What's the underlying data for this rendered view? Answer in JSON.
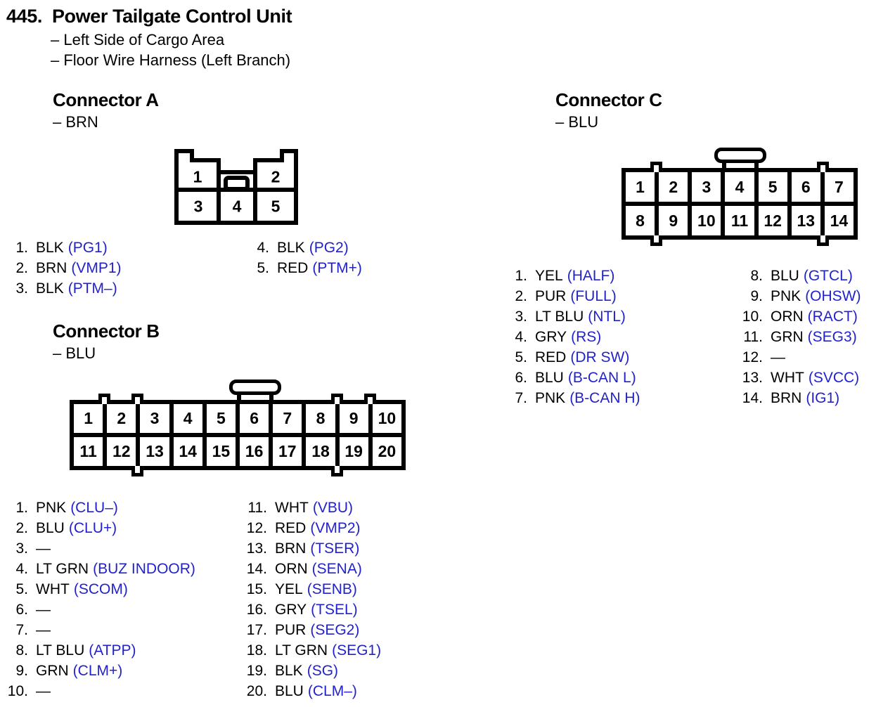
{
  "page": {
    "number": "445.",
    "title": "Power Tailgate Control Unit",
    "location_lines": [
      "– Left Side of Cargo Area",
      "– Floor Wire Harness (Left Branch)"
    ]
  },
  "colors": {
    "ink": "#000000",
    "signal_blue": "#2222CC",
    "paper": "#FFFFFF"
  },
  "connectors": {
    "a": {
      "heading": "Connector A",
      "color_note": "– BRN",
      "cells": [
        "1",
        "2",
        "3",
        "4",
        "5"
      ],
      "pins_left": [
        {
          "num": "1.",
          "wire": "BLK",
          "signal": "(PG1)"
        },
        {
          "num": "2.",
          "wire": "BRN",
          "signal": "(VMP1)"
        },
        {
          "num": "3.",
          "wire": "BLK",
          "signal": "(PTM–)"
        }
      ],
      "pins_right": [
        {
          "num": "4.",
          "wire": "BLK",
          "signal": "(PG2)"
        },
        {
          "num": "5.",
          "wire": "RED",
          "signal": "(PTM+)"
        }
      ]
    },
    "b": {
      "heading": "Connector B",
      "color_note": "– BLU",
      "cells_top": [
        "1",
        "2",
        "3",
        "4",
        "5",
        "6",
        "7",
        "8",
        "9",
        "10"
      ],
      "cells_bottom": [
        "11",
        "12",
        "13",
        "14",
        "15",
        "16",
        "17",
        "18",
        "19",
        "20"
      ],
      "pins_left": [
        {
          "num": "1.",
          "wire": "PNK",
          "signal": "(CLU–)"
        },
        {
          "num": "2.",
          "wire": "BLU",
          "signal": "(CLU+)"
        },
        {
          "num": "3.",
          "wire": "—",
          "signal": ""
        },
        {
          "num": "4.",
          "wire": "LT GRN",
          "signal": "(BUZ INDOOR)"
        },
        {
          "num": "5.",
          "wire": "WHT",
          "signal": "(SCOM)"
        },
        {
          "num": "6.",
          "wire": "—",
          "signal": ""
        },
        {
          "num": "7.",
          "wire": "—",
          "signal": ""
        },
        {
          "num": "8.",
          "wire": "LT BLU",
          "signal": "(ATPP)"
        },
        {
          "num": "9.",
          "wire": "GRN",
          "signal": "(CLM+)"
        },
        {
          "num": "10.",
          "wire": "—",
          "signal": ""
        }
      ],
      "pins_right": [
        {
          "num": "11.",
          "wire": "WHT",
          "signal": "(VBU)"
        },
        {
          "num": "12.",
          "wire": "RED",
          "signal": "(VMP2)"
        },
        {
          "num": "13.",
          "wire": "BRN",
          "signal": "(TSER)"
        },
        {
          "num": "14.",
          "wire": "ORN",
          "signal": "(SENA)"
        },
        {
          "num": "15.",
          "wire": "YEL",
          "signal": "(SENB)"
        },
        {
          "num": "16.",
          "wire": "GRY",
          "signal": "(TSEL)"
        },
        {
          "num": "17.",
          "wire": "PUR",
          "signal": "(SEG2)"
        },
        {
          "num": "18.",
          "wire": "LT GRN",
          "signal": "(SEG1)"
        },
        {
          "num": "19.",
          "wire": "BLK",
          "signal": "(SG)"
        },
        {
          "num": "20.",
          "wire": "BLU",
          "signal": "(CLM–)"
        }
      ]
    },
    "c": {
      "heading": "Connector C",
      "color_note": "– BLU",
      "cells_top": [
        "1",
        "2",
        "3",
        "4",
        "5",
        "6",
        "7"
      ],
      "cells_bottom": [
        "8",
        "9",
        "10",
        "11",
        "12",
        "13",
        "14"
      ],
      "pins_left": [
        {
          "num": "1.",
          "wire": "YEL",
          "signal": "(HALF)"
        },
        {
          "num": "2.",
          "wire": "PUR",
          "signal": "(FULL)"
        },
        {
          "num": "3.",
          "wire": "LT BLU",
          "signal": "(NTL)"
        },
        {
          "num": "4.",
          "wire": "GRY",
          "signal": "(RS)"
        },
        {
          "num": "5.",
          "wire": "RED",
          "signal": "(DR SW)"
        },
        {
          "num": "6.",
          "wire": "BLU",
          "signal": "(B-CAN L)"
        },
        {
          "num": "7.",
          "wire": "PNK",
          "signal": "(B-CAN H)"
        }
      ],
      "pins_right": [
        {
          "num": "8.",
          "wire": "BLU",
          "signal": "(GTCL)"
        },
        {
          "num": "9.",
          "wire": "PNK",
          "signal": "(OHSW)"
        },
        {
          "num": "10.",
          "wire": "ORN",
          "signal": "(RACT)"
        },
        {
          "num": "11.",
          "wire": "GRN",
          "signal": "(SEG3)"
        },
        {
          "num": "12.",
          "wire": "—",
          "signal": ""
        },
        {
          "num": "13.",
          "wire": "WHT",
          "signal": "(SVCC)"
        },
        {
          "num": "14.",
          "wire": "BRN",
          "signal": "(IG1)"
        }
      ]
    }
  }
}
